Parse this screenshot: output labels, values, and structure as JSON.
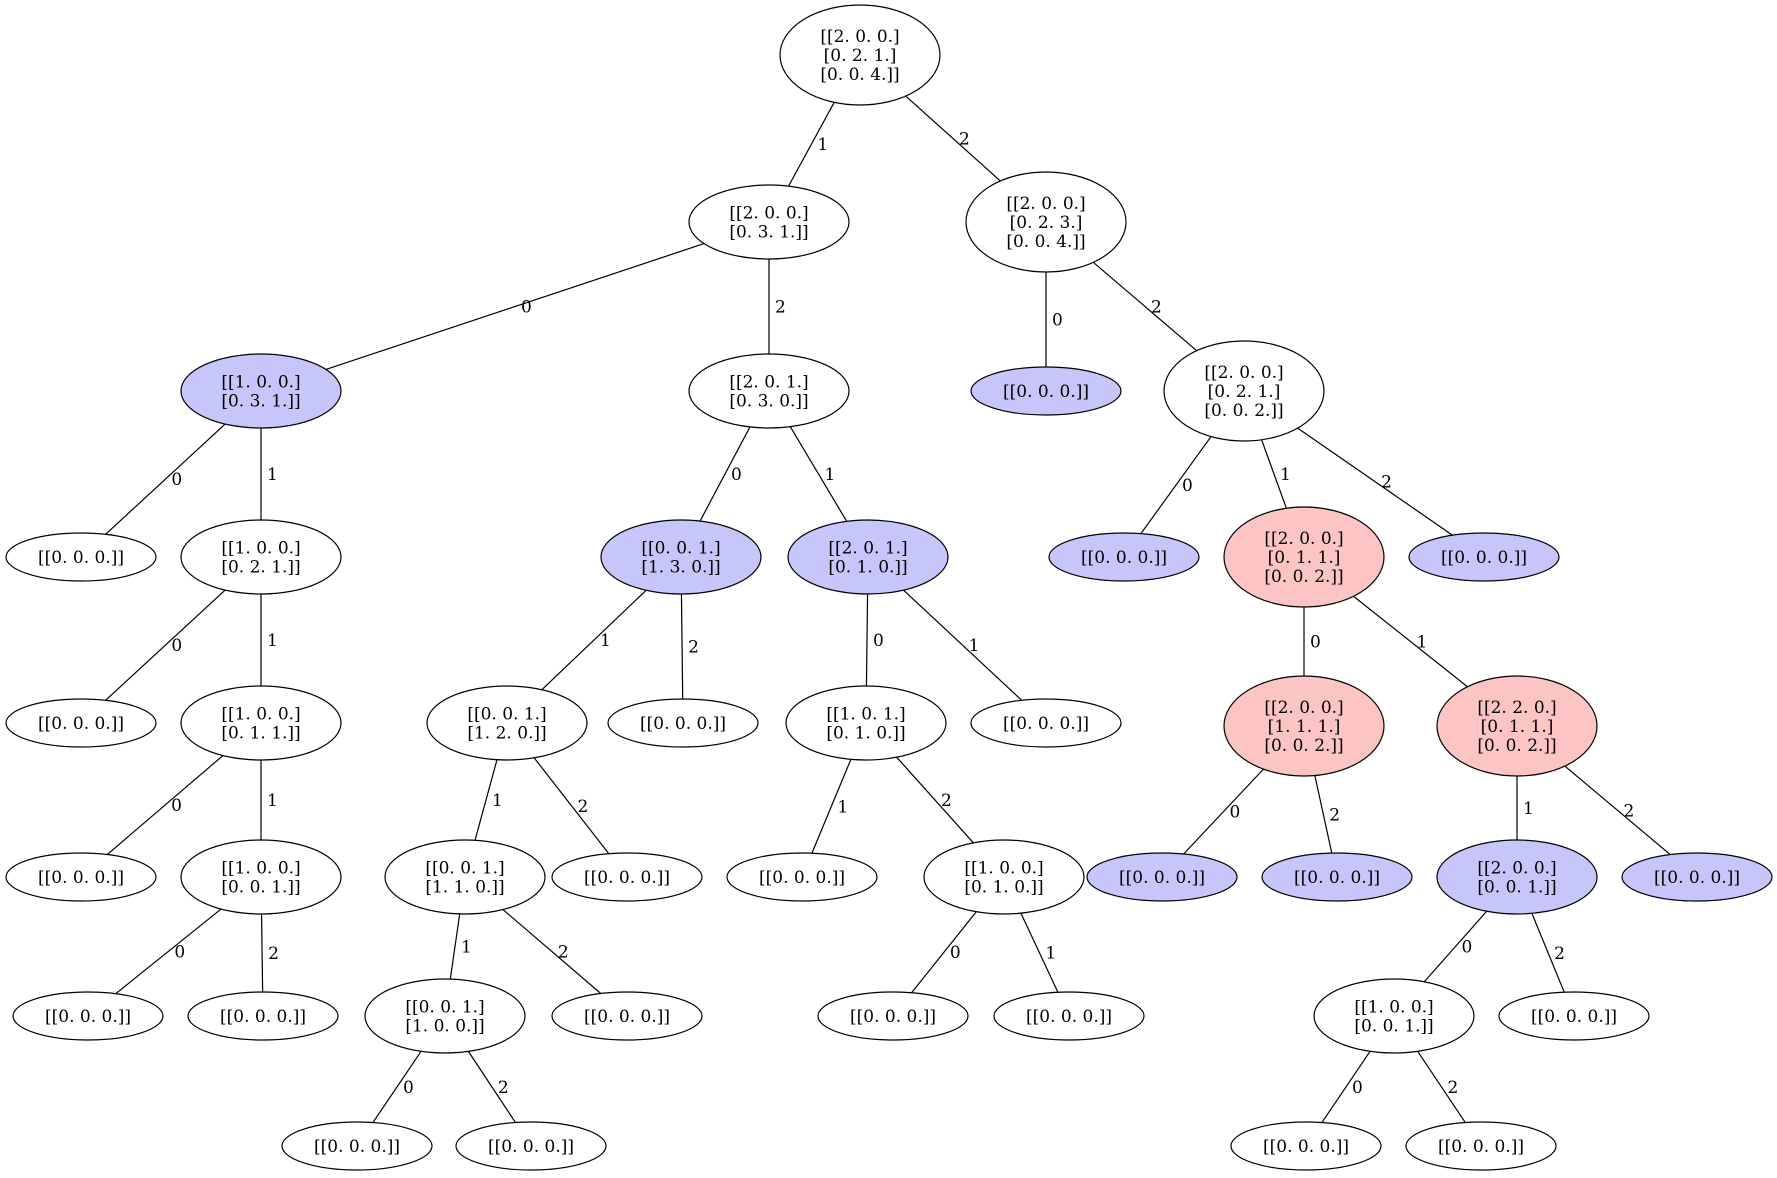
{
  "colors": {
    "default": "#ffffff",
    "leaf_blue": "#c6c6fb",
    "highlight_red": "#fdc4c4",
    "stroke": "#000000"
  },
  "nodes": [
    {
      "id": "n0",
      "lines": [
        "[[2. 0. 0.]",
        " [0. 2. 1.]",
        " [0. 0. 4.]]"
      ],
      "style": "default"
    },
    {
      "id": "n1",
      "lines": [
        "[[2. 0. 0.]",
        " [0. 3. 1.]]"
      ],
      "style": "default"
    },
    {
      "id": "n2",
      "lines": [
        "[[2. 0. 0.]",
        " [0. 2. 3.]",
        " [0. 0. 4.]]"
      ],
      "style": "default"
    },
    {
      "id": "n3",
      "lines": [
        "[[1. 0. 0.]",
        " [0. 3. 1.]]"
      ],
      "style": "leaf_blue"
    },
    {
      "id": "n4",
      "lines": [
        "[[2. 0. 1.]",
        " [0. 3. 0.]]"
      ],
      "style": "default"
    },
    {
      "id": "n5",
      "lines": [
        "[[0. 0. 0.]]"
      ],
      "style": "leaf_blue"
    },
    {
      "id": "n6",
      "lines": [
        "[[2. 0. 0.]",
        " [0. 2. 1.]",
        " [0. 0. 2.]]"
      ],
      "style": "default"
    },
    {
      "id": "n7",
      "lines": [
        "[[0. 0. 0.]]"
      ],
      "style": "default"
    },
    {
      "id": "n8",
      "lines": [
        "[[1. 0. 0.]",
        " [0. 2. 1.]]"
      ],
      "style": "default"
    },
    {
      "id": "n9",
      "lines": [
        "[[0. 0. 1.]",
        " [1. 3. 0.]]"
      ],
      "style": "leaf_blue"
    },
    {
      "id": "n10",
      "lines": [
        "[[2. 0. 1.]",
        " [0. 1. 0.]]"
      ],
      "style": "leaf_blue"
    },
    {
      "id": "n11",
      "lines": [
        "[[0. 0. 0.]]"
      ],
      "style": "leaf_blue"
    },
    {
      "id": "n12",
      "lines": [
        "[[2. 0. 0.]",
        " [0. 1. 1.]",
        " [0. 0. 2.]]"
      ],
      "style": "highlight_red"
    },
    {
      "id": "n13",
      "lines": [
        "[[0. 0. 0.]]"
      ],
      "style": "leaf_blue"
    },
    {
      "id": "n14",
      "lines": [
        "[[0. 0. 0.]]"
      ],
      "style": "default"
    },
    {
      "id": "n15",
      "lines": [
        "[[1. 0. 0.]",
        " [0. 1. 1.]]"
      ],
      "style": "default"
    },
    {
      "id": "n16",
      "lines": [
        "[[0. 0. 1.]",
        " [1. 2. 0.]]"
      ],
      "style": "default"
    },
    {
      "id": "n17",
      "lines": [
        "[[0. 0. 0.]]"
      ],
      "style": "default"
    },
    {
      "id": "n18",
      "lines": [
        "[[1. 0. 1.]",
        " [0. 1. 0.]]"
      ],
      "style": "default"
    },
    {
      "id": "n19",
      "lines": [
        "[[0. 0. 0.]]"
      ],
      "style": "default"
    },
    {
      "id": "n20",
      "lines": [
        "[[2. 0. 0.]",
        " [1. 1. 1.]",
        " [0. 0. 2.]]"
      ],
      "style": "highlight_red"
    },
    {
      "id": "n21",
      "lines": [
        "[[2. 2. 0.]",
        " [0. 1. 1.]",
        " [0. 0. 2.]]"
      ],
      "style": "highlight_red"
    },
    {
      "id": "n22",
      "lines": [
        "[[0. 0. 0.]]"
      ],
      "style": "default"
    },
    {
      "id": "n23",
      "lines": [
        "[[1. 0. 0.]",
        " [0. 0. 1.]]"
      ],
      "style": "default"
    },
    {
      "id": "n24",
      "lines": [
        "[[0. 0. 1.]",
        " [1. 1. 0.]]"
      ],
      "style": "default"
    },
    {
      "id": "n25",
      "lines": [
        "[[0. 0. 0.]]"
      ],
      "style": "default"
    },
    {
      "id": "n26",
      "lines": [
        "[[0. 0. 0.]]"
      ],
      "style": "default"
    },
    {
      "id": "n27",
      "lines": [
        "[[1. 0. 0.]",
        " [0. 1. 0.]]"
      ],
      "style": "default"
    },
    {
      "id": "n28",
      "lines": [
        "[[0. 0. 0.]]"
      ],
      "style": "leaf_blue"
    },
    {
      "id": "n29",
      "lines": [
        "[[0. 0. 0.]]"
      ],
      "style": "leaf_blue"
    },
    {
      "id": "n30",
      "lines": [
        "[[2. 0. 0.]",
        " [0. 0. 1.]]"
      ],
      "style": "leaf_blue"
    },
    {
      "id": "n31",
      "lines": [
        "[[0. 0. 0.]]"
      ],
      "style": "leaf_blue"
    },
    {
      "id": "n32",
      "lines": [
        "[[0. 0. 0.]]"
      ],
      "style": "default"
    },
    {
      "id": "n33",
      "lines": [
        "[[0. 0. 0.]]"
      ],
      "style": "default"
    },
    {
      "id": "n34",
      "lines": [
        "[[0. 0. 1.]",
        " [1. 0. 0.]]"
      ],
      "style": "default"
    },
    {
      "id": "n35",
      "lines": [
        "[[0. 0. 0.]]"
      ],
      "style": "default"
    },
    {
      "id": "n36",
      "lines": [
        "[[0. 0. 0.]]"
      ],
      "style": "default"
    },
    {
      "id": "n37",
      "lines": [
        "[[0. 0. 0.]]"
      ],
      "style": "default"
    },
    {
      "id": "n38",
      "lines": [
        "[[1. 0. 0.]",
        " [0. 0. 1.]]"
      ],
      "style": "default"
    },
    {
      "id": "n39",
      "lines": [
        "[[0. 0. 0.]]"
      ],
      "style": "default"
    },
    {
      "id": "n40",
      "lines": [
        "[[0. 0. 0.]]"
      ],
      "style": "default"
    },
    {
      "id": "n41",
      "lines": [
        "[[0. 0. 0.]]"
      ],
      "style": "default"
    },
    {
      "id": "n42",
      "lines": [
        "[[0. 0. 0.]]"
      ],
      "style": "default"
    },
    {
      "id": "n43",
      "lines": [
        "[[0. 0. 0.]]"
      ],
      "style": "default"
    }
  ],
  "edges": [
    {
      "from": "n0",
      "to": "n1",
      "label": "1"
    },
    {
      "from": "n0",
      "to": "n2",
      "label": "2"
    },
    {
      "from": "n1",
      "to": "n3",
      "label": "0"
    },
    {
      "from": "n1",
      "to": "n4",
      "label": "2"
    },
    {
      "from": "n2",
      "to": "n5",
      "label": "0"
    },
    {
      "from": "n2",
      "to": "n6",
      "label": "2"
    },
    {
      "from": "n3",
      "to": "n7",
      "label": "0"
    },
    {
      "from": "n3",
      "to": "n8",
      "label": "1"
    },
    {
      "from": "n4",
      "to": "n9",
      "label": "0"
    },
    {
      "from": "n4",
      "to": "n10",
      "label": "1"
    },
    {
      "from": "n6",
      "to": "n11",
      "label": "0"
    },
    {
      "from": "n6",
      "to": "n12",
      "label": "1"
    },
    {
      "from": "n6",
      "to": "n13",
      "label": "2"
    },
    {
      "from": "n8",
      "to": "n14",
      "label": "0"
    },
    {
      "from": "n8",
      "to": "n15",
      "label": "1"
    },
    {
      "from": "n9",
      "to": "n16",
      "label": "1"
    },
    {
      "from": "n9",
      "to": "n17",
      "label": "2"
    },
    {
      "from": "n10",
      "to": "n18",
      "label": "0"
    },
    {
      "from": "n10",
      "to": "n19",
      "label": "1"
    },
    {
      "from": "n12",
      "to": "n20",
      "label": "0"
    },
    {
      "from": "n12",
      "to": "n21",
      "label": "1"
    },
    {
      "from": "n15",
      "to": "n22",
      "label": "0"
    },
    {
      "from": "n15",
      "to": "n23",
      "label": "1"
    },
    {
      "from": "n16",
      "to": "n24",
      "label": "1"
    },
    {
      "from": "n16",
      "to": "n25",
      "label": "2"
    },
    {
      "from": "n18",
      "to": "n26",
      "label": "1"
    },
    {
      "from": "n18",
      "to": "n27",
      "label": "2"
    },
    {
      "from": "n20",
      "to": "n28",
      "label": "0"
    },
    {
      "from": "n20",
      "to": "n29",
      "label": "2"
    },
    {
      "from": "n21",
      "to": "n30",
      "label": "1"
    },
    {
      "from": "n21",
      "to": "n31",
      "label": "2"
    },
    {
      "from": "n23",
      "to": "n32",
      "label": "0"
    },
    {
      "from": "n23",
      "to": "n33",
      "label": "2"
    },
    {
      "from": "n24",
      "to": "n34",
      "label": "1"
    },
    {
      "from": "n24",
      "to": "n35",
      "label": "2"
    },
    {
      "from": "n27",
      "to": "n36",
      "label": "0"
    },
    {
      "from": "n27",
      "to": "n37",
      "label": "1"
    },
    {
      "from": "n30",
      "to": "n38",
      "label": "0"
    },
    {
      "from": "n30",
      "to": "n39",
      "label": "2"
    },
    {
      "from": "n34",
      "to": "n40",
      "label": "0"
    },
    {
      "from": "n34",
      "to": "n41",
      "label": "2"
    },
    {
      "from": "n38",
      "to": "n42",
      "label": "0"
    },
    {
      "from": "n38",
      "to": "n43",
      "label": "2"
    }
  ]
}
